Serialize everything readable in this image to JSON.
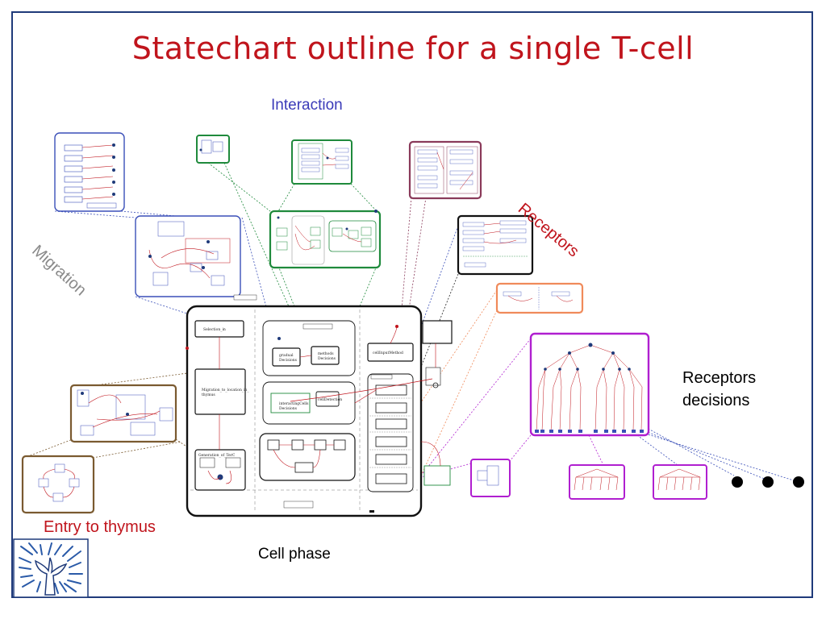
{
  "title": "Statechart outline for a single T-cell",
  "labels": {
    "interaction": "Interaction",
    "receptors": "Receptors",
    "migration": "Migration",
    "receptors_decisions_line1": "Receptors",
    "receptors_decisions_line2": "decisions",
    "entry_to_thymus": "Entry to thymus",
    "cell_phase": "Cell phase"
  },
  "colors": {
    "title": "#c0141c",
    "interaction": "#3a3ab8",
    "migration": "#8a8a8a",
    "frame": "#1f3a7a",
    "blue_box": "#3a4fb8",
    "green_box": "#1f8a3c",
    "maroon_box": "#8a3a5a",
    "orange_box": "#f08a5a",
    "purple_box": "#b01fd0",
    "brown_box": "#7a5a30"
  },
  "icons": {
    "logo": "tree-logo-icon",
    "more": "ellipsis-dots-icon"
  }
}
